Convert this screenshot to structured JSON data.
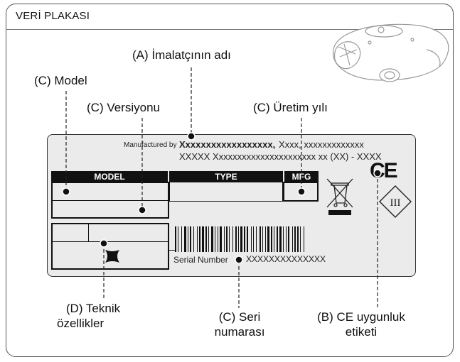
{
  "header": {
    "title": "VERİ PLAKASI"
  },
  "callouts": {
    "manufacturer": "(A) İmalatçının adı",
    "model": "(C) Model",
    "version": "(C) Versiyonu",
    "year": "(C) Üretim yılı",
    "tech_line1": "(D) Teknik",
    "tech_line2": "özellikler",
    "serial_line1": "(C) Seri",
    "serial_line2": "numarası",
    "ce_line1": "(B) CE uygunluk",
    "ce_line2": "etiketi"
  },
  "plate": {
    "manufactured_by": "Manufactured by",
    "maker_name": "Xxxxxxxxxxxxxxxxxx,",
    "address_line1_rest": "Xxxx, xxxxxxxxxxxxx",
    "address_line2": "XXXXX Xxxxxxxxxxxxxxxxxxxxxx xx (XX) - XXXX",
    "col_model": "MODEL",
    "col_type": "TYPE",
    "col_mfg": "MFG",
    "serial_label": "Serial Number",
    "serial_value": "XXXXXXXXXXXXXX",
    "class_mark": "III",
    "ce_mark": "CE"
  },
  "colors": {
    "plate_bg": "#ebebeb",
    "ink": "#111111",
    "frame": "#555555"
  }
}
